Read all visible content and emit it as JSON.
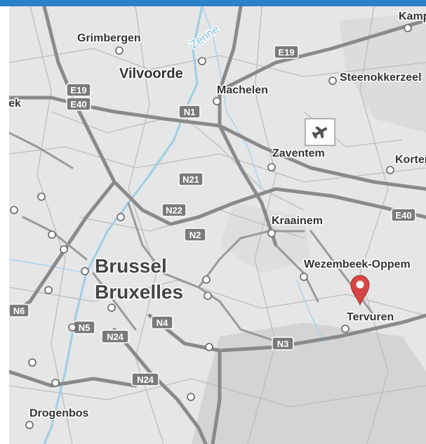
{
  "places": [
    {
      "name": "Grimbergen",
      "cls": "lbl-s"
    },
    {
      "name": "Vilvoorde",
      "cls": "lbl-m"
    },
    {
      "name": "Machelen",
      "cls": "lbl-s"
    },
    {
      "name": "Steenokkerzeel",
      "cls": "lbl-s"
    },
    {
      "name": "Zaventem",
      "cls": "lbl-s"
    },
    {
      "name": "Kortenberg",
      "cls": "lbl-s"
    },
    {
      "name": "Kraainem",
      "cls": "lbl-s"
    },
    {
      "name": "Wezembeek-Oppem",
      "cls": "lbl-s"
    },
    {
      "name": "Tervuren",
      "cls": "lbl-s"
    },
    {
      "name": "Brussel",
      "cls": "lbl-xl"
    },
    {
      "name": "Bruxelles",
      "cls": "lbl-xl"
    },
    {
      "name": "Drogenbos",
      "cls": "lbl-s"
    },
    {
      "name": "Kampenhout",
      "cls": "lbl-s"
    },
    {
      "name": "Dilbeek",
      "cls": "lbl-s"
    },
    {
      "name": "Zenne",
      "cls": "lbl-s"
    }
  ],
  "roads": [
    "E19",
    "E19",
    "E40",
    "E40",
    "N1",
    "N21",
    "N22",
    "N2",
    "N6",
    "N5",
    "N24",
    "N4",
    "N24",
    "N3"
  ],
  "colors": {
    "header": "#2b82c9",
    "marker": "#d64545",
    "river": "#9ccfe8"
  },
  "marker": {
    "icon": "map-pin-icon",
    "near": "Tervuren"
  }
}
